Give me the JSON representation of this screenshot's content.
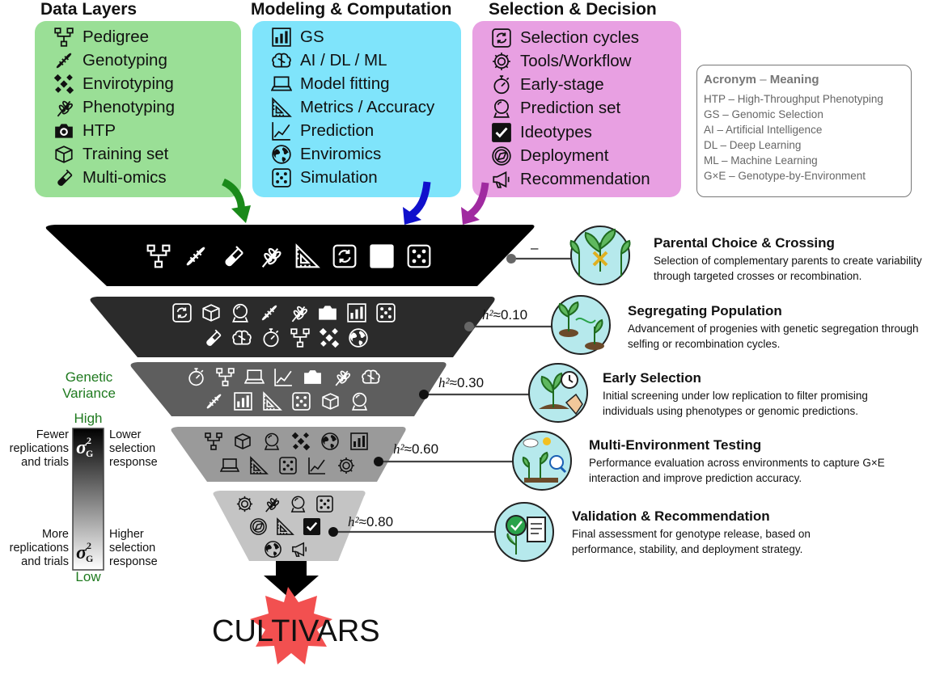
{
  "colors": {
    "data_layers_bg": "#9adf96",
    "modeling_bg": "#7fe4fb",
    "selection_bg": "#e8a0e2",
    "arrow_green": "#1a8a1a",
    "arrow_blue": "#1010cc",
    "arrow_purple": "#a02aa0",
    "variance_green": "#1f7a1f",
    "star_red": "#f25050"
  },
  "data_layers": {
    "title": "Data Layers",
    "items": [
      {
        "label": "Pedigree",
        "icon": "pedigree-icon"
      },
      {
        "label": "Genotyping",
        "icon": "dna-icon"
      },
      {
        "label": "Envirotyping",
        "icon": "satellite-icon"
      },
      {
        "label": "Phenotyping",
        "icon": "wheat-icon"
      },
      {
        "label": "HTP",
        "icon": "camera-icon"
      },
      {
        "label": "Training set",
        "icon": "box-icon"
      },
      {
        "label": "Multi-omics",
        "icon": "test-tube-icon"
      }
    ]
  },
  "modeling": {
    "title": "Modeling & Computation",
    "items": [
      {
        "label": "GS",
        "icon": "bar-chart-icon"
      },
      {
        "label": "AI / DL / ML",
        "icon": "brain-icon"
      },
      {
        "label": "Model fitting",
        "icon": "laptop-icon"
      },
      {
        "label": "Metrics / Accuracy",
        "icon": "set-square-icon"
      },
      {
        "label": "Prediction",
        "icon": "line-chart-icon"
      },
      {
        "label": "Enviromics",
        "icon": "globe-icon"
      },
      {
        "label": "Simulation",
        "icon": "dice-icon"
      }
    ]
  },
  "selection": {
    "title": "Selection & Decision",
    "items": [
      {
        "label": "Selection cycles",
        "icon": "cycle-icon"
      },
      {
        "label": "Tools/Workflow",
        "icon": "gear-icon"
      },
      {
        "label": "Early-stage",
        "icon": "stopwatch-icon"
      },
      {
        "label": "Prediction set",
        "icon": "crystal-ball-icon"
      },
      {
        "label": "Ideotypes",
        "icon": "checkbox-icon"
      },
      {
        "label": "Deployment",
        "icon": "compass-icon"
      },
      {
        "label": "Recommendation",
        "icon": "megaphone-icon"
      }
    ]
  },
  "legend": {
    "title_acronym": "Acronym",
    "title_sep": " – ",
    "title_meaning": "Meaning",
    "rows": [
      "HTP – High-Throughput Phenotyping",
      "GS – Genomic Selection",
      "AI – Artificial Intelligence",
      "DL – Deep Learning",
      "ML – Machine Learning",
      "G×E – Genotype-by-Environment"
    ]
  },
  "stages": [
    {
      "title": "Parental Choice & Crossing",
      "desc": "Selection of complementary parents to create variability through targeted crosses or recombination.",
      "h2": "–",
      "h2_label": "",
      "fill": "#000000"
    },
    {
      "title": "Segregating Population",
      "desc": "Advancement of progenies with genetic segregation through selfing or recombination cycles.",
      "h2": "≈0.10",
      "h2_label": "h²",
      "fill": "#2b2b2b"
    },
    {
      "title": "Early Selection",
      "desc": "Initial screening under low replication to filter promising individuals using phenotypes or genomic predictions.",
      "h2": "≈0.30",
      "h2_label": "h²",
      "fill": "#5e5e5e"
    },
    {
      "title": "Multi-Environment Testing",
      "desc": "Performance evaluation across environments to capture G×E interaction and improve prediction accuracy.",
      "h2": "≈0.60",
      "h2_label": "h²",
      "fill": "#9a9a9a"
    },
    {
      "title": "Validation & Recommendation",
      "desc": "Final assessment for genotype release, based on performance, stability, and deployment strategy.",
      "h2": "≈0.80",
      "h2_label": "h²",
      "fill": "#c4c4c4"
    }
  ],
  "variance": {
    "title_line1": "Genetic",
    "title_line2": "Variance",
    "high": "High",
    "low": "Low",
    "sigma_symbol": "σ",
    "sigma_sub": "G",
    "sigma_sup": "2",
    "top_left": [
      "Fewer",
      "replications",
      "and trials"
    ],
    "top_right": [
      "Lower",
      "selection",
      "response"
    ],
    "bottom_left": [
      "More",
      "replications",
      "and trials"
    ],
    "bottom_right": [
      "Higher",
      "selection",
      "response"
    ]
  },
  "output": {
    "label": "CULTIVARS"
  }
}
